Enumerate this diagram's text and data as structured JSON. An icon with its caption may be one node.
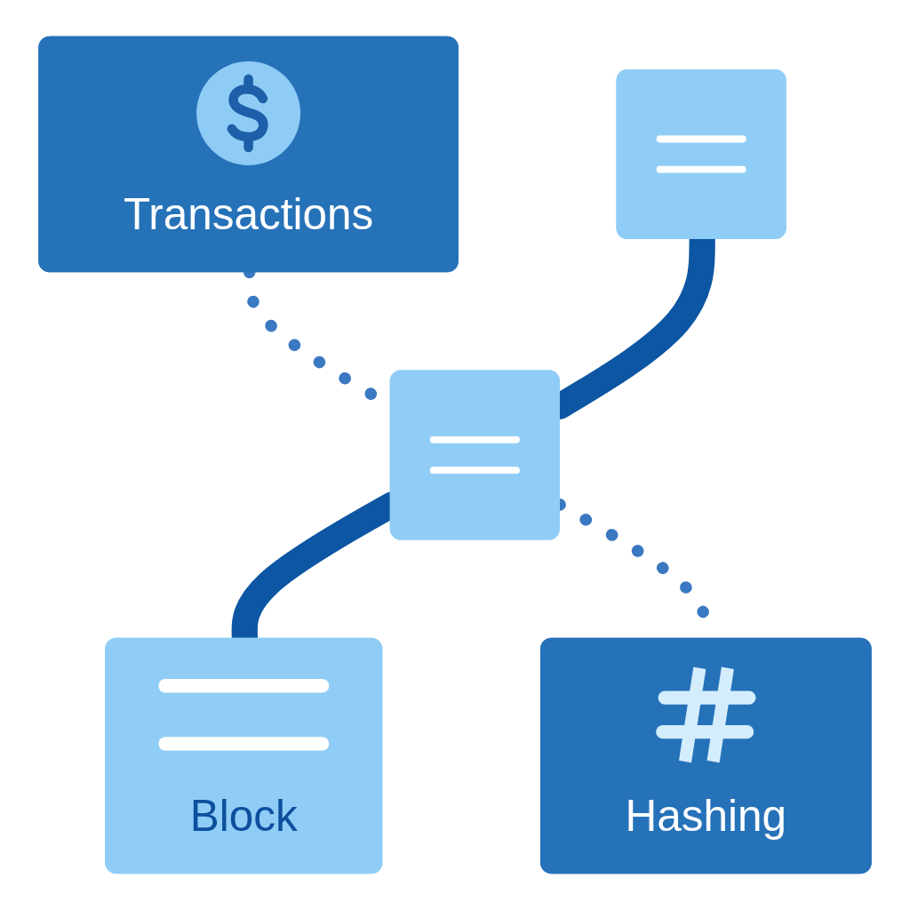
{
  "diagram": {
    "nodes": [
      {
        "text": [
          "Transactions"
        ]
      },
      {
        "text": [],
        "shape": "box"
      },
      {
        "text": [],
        "shape": "box"
      },
      {
        "text": [
          "Block"
        ]
      },
      {
        "text": [
          "Hashing"
        ]
      }
    ],
    "edges": [
      {
        "from": 0,
        "to": 2,
        "arrow": "none",
        "style": "dashed"
      },
      {
        "from": 1,
        "to": 2,
        "arrow": "none",
        "style": "thick"
      },
      {
        "from": 2,
        "to": 3,
        "arrow": "none",
        "style": "thick"
      },
      {
        "from": 2,
        "to": 4,
        "arrow": "none",
        "style": "dashed"
      }
    ]
  }
}
